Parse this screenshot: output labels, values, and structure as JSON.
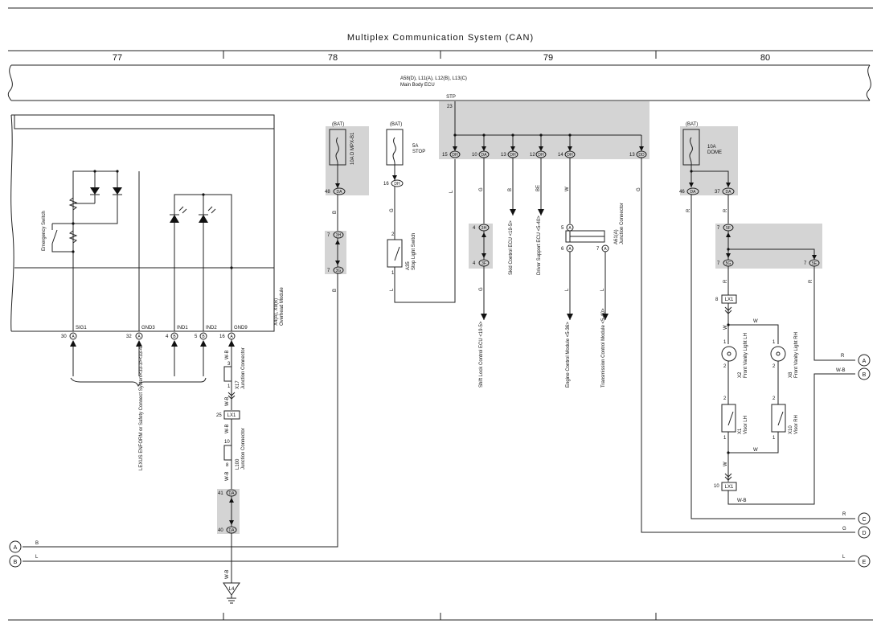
{
  "title": "Multiplex Communication System (CAN)",
  "columns": [
    "77",
    "78",
    "79",
    "80"
  ],
  "ecu": {
    "codes": "A58(D), L11(A), L12(B), L13(C)",
    "name": "Main Body ECU",
    "stp": "STP",
    "stp_pin": "23"
  },
  "overhead": {
    "code": "X4(A), X9(B)",
    "name": "Overhead Module",
    "switch": "Emergency Switch",
    "pins": [
      {
        "num": "30",
        "conn": "A",
        "label": "SIG1"
      },
      {
        "num": "32",
        "conn": "A",
        "label": "GND3"
      },
      {
        "num": "4",
        "conn": "B",
        "label": "IND1"
      },
      {
        "num": "5",
        "conn": "B",
        "label": "IND2"
      },
      {
        "num": "16",
        "conn": "A",
        "label": "GND9"
      }
    ],
    "ref": "LEXUS ENFORM or Safety Connect System<33-3><33-4>"
  },
  "fuses": [
    {
      "bat": "(BAT)",
      "label": "10A D MPX-B1",
      "pin": "48",
      "conn": "DA"
    },
    {
      "bat": "(BAT)",
      "label": "5A STOP",
      "pin": "16",
      "conn": "DH"
    },
    {
      "bat": "(BAT)",
      "label": "10A DOME",
      "pin": "46",
      "conn": "DA",
      "pin2": "37",
      "conn2": "DA"
    }
  ],
  "junctions": {
    "j3h": {
      "pin": "7",
      "conn": "3H"
    },
    "j3g": {
      "pin": "7",
      "conn": "3G"
    },
    "j3h2": {
      "pin": "4",
      "conn": "3H"
    },
    "j3f": {
      "pin": "4",
      "conn": "3F"
    },
    "j5f": {
      "pin": "7",
      "conn": "5F"
    },
    "j5g": {
      "pin": "7",
      "conn": "5G"
    },
    "j5e": {
      "pin": "7",
      "conn": "5E"
    },
    "j41": {
      "pin": "41",
      "conn": "DA"
    },
    "j40": {
      "pin": "40",
      "conn": "DA"
    }
  },
  "top_pins": [
    {
      "num": "15",
      "conn": "DH"
    },
    {
      "num": "10",
      "conn": "DA"
    },
    {
      "num": "13",
      "conn": "DH"
    },
    {
      "num": "12",
      "conn": "DH"
    },
    {
      "num": "14",
      "conn": "DH"
    },
    {
      "num": "13",
      "conn": "DD"
    }
  ],
  "wires": {
    "l": "L",
    "g": "G",
    "b": "B",
    "be": "BE",
    "w": "W",
    "r": "R",
    "wb": "W-B"
  },
  "stop_switch": {
    "code": "A35",
    "name": "Stop Light Switch",
    "p1": "1",
    "p2": "2"
  },
  "devices": {
    "shift": "Shift Lock Control ECU <19-5>",
    "skid": "Skid Control ECU <19-5>",
    "driver": "Driver Support ECU <5-40>",
    "engine": "Engine Control Module <5-36>",
    "trans": "Transmission Control Module <5-40>"
  },
  "a1": {
    "code": "A61(A)",
    "name": "Junction Connector",
    "p5": "5",
    "p6": "6",
    "p7": "7"
  },
  "x17": {
    "code": "X17",
    "name": "Junction Connector",
    "p3": "3",
    "p1": "1"
  },
  "l100": {
    "code": "L100",
    "name": "Junction Connector",
    "p10": "10",
    "p8": "8"
  },
  "lx1": {
    "label": "LX1",
    "p25": "25",
    "p8": "8",
    "p10": "10"
  },
  "vanity": {
    "lh_code": "X2",
    "lh": "Front Vanity Light LH",
    "rh_code": "X8",
    "rh": "Front Vanity Light RH",
    "p1": "1",
    "p2": "2"
  },
  "visor": {
    "lh_code": "X1",
    "lh": "Visor LH",
    "rh_code": "X10",
    "rh": "Visor RH",
    "p1": "1",
    "p2": "2"
  },
  "ground": "L4",
  "offpage": [
    "A",
    "B",
    "C",
    "D",
    "E"
  ]
}
